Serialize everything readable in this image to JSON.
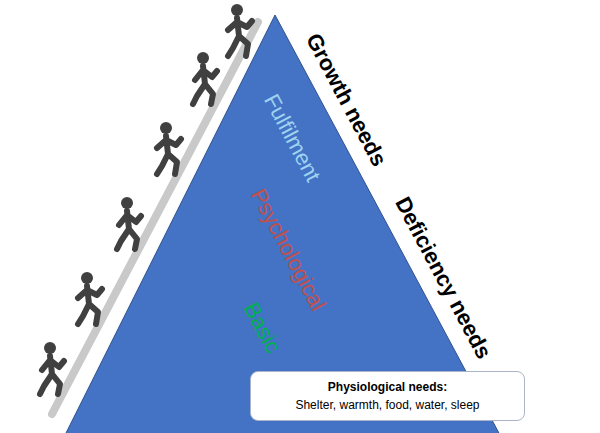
{
  "diagram": {
    "nodes": [
      {
        "text": [
          "Fulfilment",
          "Psychological",
          "Basic"
        ]
      },
      {
        "text": [
          "Physiological needs:",
          "Shelter, warmth, food, water, sleep"
        ]
      }
    ],
    "labels": [
      "Growth needs",
      "Deficiency needs"
    ]
  }
}
